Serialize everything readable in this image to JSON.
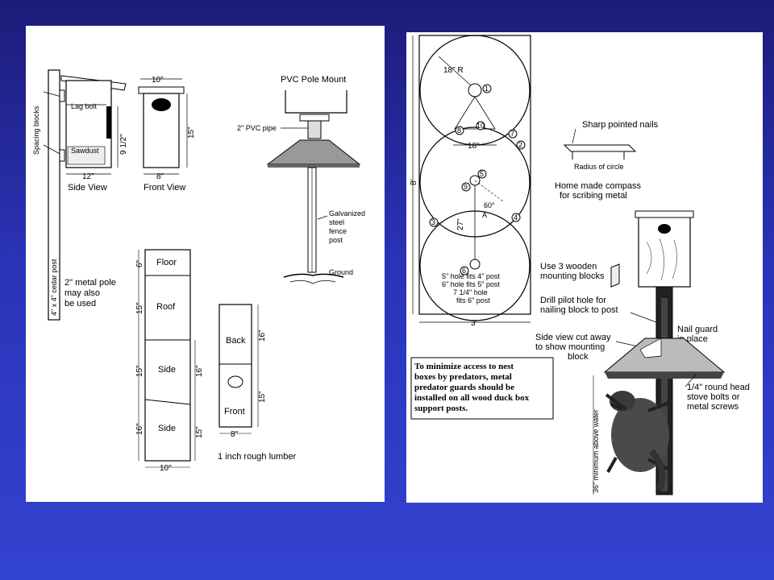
{
  "left": {
    "spacing_blocks": "Spacing blocks",
    "lag_bolt": "Lag bolt",
    "sawdust": "Sawdust",
    "side_view": "Side View",
    "front_view": "Front View",
    "dim_12": "12\"",
    "dim_10": "10\"",
    "dim_8": "8\"",
    "dim_15": "15\"",
    "dim_9_1_2": "9 1/2\"",
    "post": "4\" x 4\" cedar post",
    "metal_pole": [
      "2\" metal pole",
      "may also",
      "be used"
    ],
    "pvc_mount": "PVC Pole Mount",
    "pvc_pipe": "2\" PVC pipe",
    "fence_post": [
      "Galvanized",
      "steel",
      "fence",
      "post"
    ],
    "ground": "Ground",
    "cut": {
      "floor": "Floor",
      "roof": "Roof",
      "side1": "Side",
      "side2": "Side",
      "back": "Back",
      "front": "Front",
      "d6": "6\"",
      "d15a": "15\"",
      "d15b": "15\"",
      "d16a": "16\"",
      "d16b": "16\"",
      "d15c": "15\"",
      "d16c": "16\"",
      "d15d": "15\"",
      "d10": "10\"",
      "d8": "8\"",
      "lumber": "1 inch rough lumber"
    }
  },
  "right": {
    "r18": "18\" R",
    "d8ft": "8'",
    "d18": "18\"",
    "d27": "27\"",
    "a60": "60°",
    "a": "A",
    "d3ft": "3'",
    "circle_nums": [
      "1",
      "2",
      "3",
      "4",
      "5",
      "6",
      "7",
      "8",
      "9",
      "10"
    ],
    "holes": [
      "5\" hole fits 4\" post",
      "6\" hole fits 5\" post",
      "7 1/4\" hole",
      "fits 6\" post"
    ],
    "nails": "Sharp pointed nails",
    "radius": "Radius of circle",
    "compass": [
      "Home made compass",
      "for scribing metal"
    ],
    "blocks": [
      "Use 3 wooden",
      "mounting blocks"
    ],
    "pilot": [
      "Drill pilot hole for",
      "nailing block to post"
    ],
    "side_cut": [
      "Side view cut away",
      "to show mounting",
      "block"
    ],
    "nail_guard": [
      "Nail guard",
      "in place"
    ],
    "bolts": [
      "1/4\" round head",
      "stove bolts or",
      "metal screws"
    ],
    "water": "36\" minimum above water",
    "note": [
      "To minimize access to nest",
      "boxes by predators, metal",
      "predator guards should be",
      "installed on all wood duck box",
      "support posts."
    ]
  }
}
